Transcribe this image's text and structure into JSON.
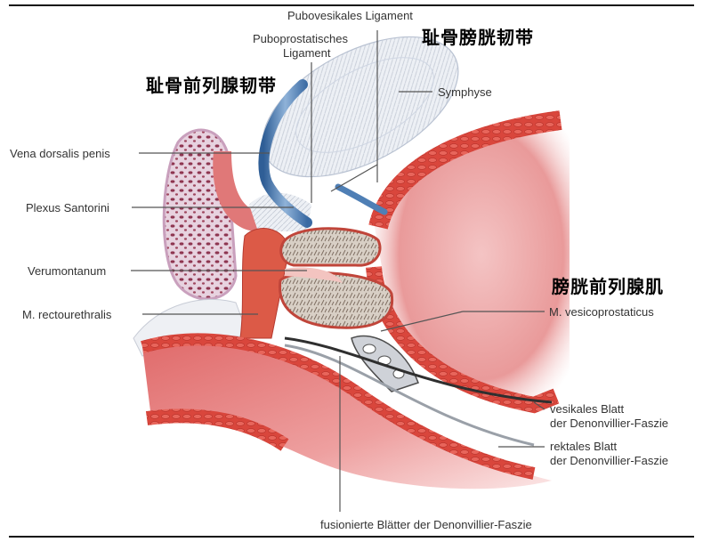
{
  "figure": {
    "labels": {
      "pubovesikales_ligament": "Pubovesikales Ligament",
      "puboprostatisches_ligament_1": "Puboprostatisches",
      "puboprostatisches_ligament_2": "Ligament",
      "symphyse": "Symphyse",
      "vena_dorsalis_penis": "Vena dorsalis penis",
      "plexus_santorini": "Plexus Santorini",
      "verumontanum": "Verumontanum",
      "m_rectourethralis": "M. rectourethralis",
      "m_vesicoprostaticus": "M. vesicoprostaticus",
      "vesikales_blatt_1": "vesikales Blatt",
      "vesikales_blatt_2": "der Denonvillier-Faszie",
      "rektales_blatt_1": "rektales Blatt",
      "rektales_blatt_2": "der Denonvillier-Faszie",
      "fusionierte_blaetter": "fusionierte Blätter der Denonvillier-Faszie"
    },
    "chinese_labels": {
      "pubovesical_ligament": "耻骨膀胱韧带",
      "puboprostatic_ligament": "耻骨前列腺韧带",
      "vesicoprostatic_muscle": "膀胱前列腺肌"
    },
    "colors": {
      "muscle_red": "#d9463c",
      "mucosa_pink": "#e99a9a",
      "vein_blue": "#4f7fb5",
      "bone_pink": "#c9a0bd",
      "ligament_white": "#e8ecf2",
      "prostate_gray": "#bdb2a6",
      "leader_line": "#555555"
    }
  }
}
